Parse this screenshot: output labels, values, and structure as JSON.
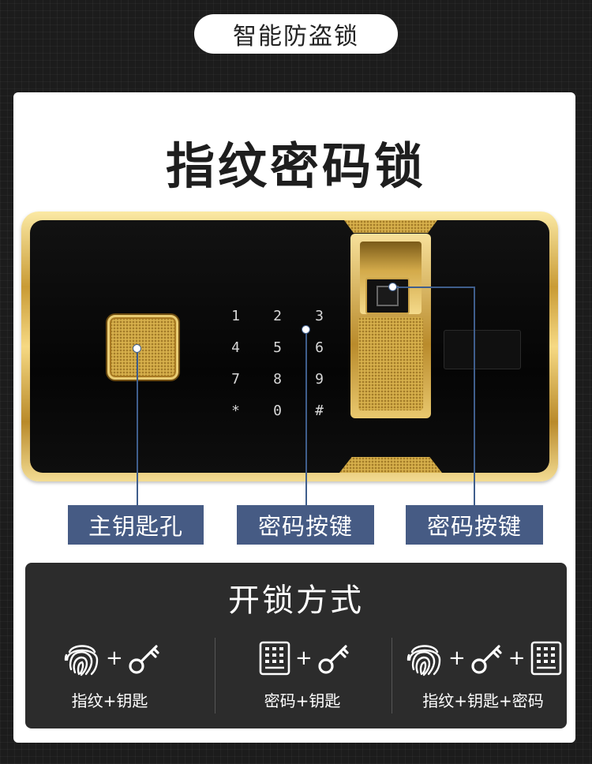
{
  "header_tag": "智能防盗锁",
  "product_title": "指纹密码锁",
  "keypad": {
    "keys": [
      "1",
      "2",
      "3",
      "4",
      "5",
      "6",
      "7",
      "8",
      "9",
      "*",
      "0",
      "#"
    ]
  },
  "callouts": {
    "key_hole": "主钥匙孔",
    "keypad": "密码按键",
    "fingerprint": "密码按键"
  },
  "unlock_methods": {
    "title": "开锁方式",
    "items": [
      {
        "label": "指纹+钥匙",
        "icons": [
          "fingerprint-icon",
          "key-icon"
        ]
      },
      {
        "label": "密码+钥匙",
        "icons": [
          "keypad-icon",
          "key-icon"
        ]
      },
      {
        "label": "指纹+钥匙+密码",
        "icons": [
          "fingerprint-icon",
          "key-icon",
          "keypad-icon"
        ]
      }
    ],
    "plus_sign": "+"
  },
  "colors": {
    "callout_blue": "#465b84",
    "gold": "#d7b04c",
    "panel_dark": "#2c2c2c"
  }
}
